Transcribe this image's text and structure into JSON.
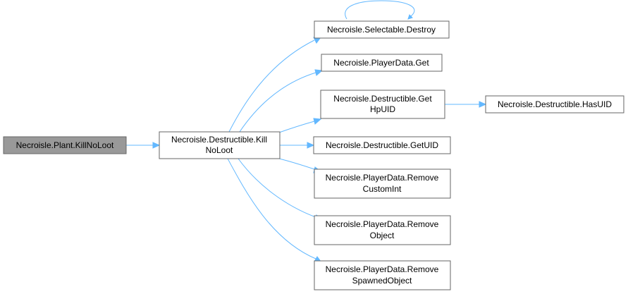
{
  "graph": {
    "nodes": {
      "plant_killnoloot": {
        "lines": [
          "Necroisle.Plant.KillNoLoot"
        ],
        "current": true
      },
      "destructible_killnoloot": {
        "lines": [
          "Necroisle.Destructible.Kill",
          "NoLoot"
        ]
      },
      "selectable_destroy": {
        "lines": [
          "Necroisle.Selectable.Destroy"
        ]
      },
      "playerdata_get": {
        "lines": [
          "Necroisle.PlayerData.Get"
        ]
      },
      "destructible_gethpuid": {
        "lines": [
          "Necroisle.Destructible.Get",
          "HpUID"
        ]
      },
      "destructible_hasuid": {
        "lines": [
          "Necroisle.Destructible.HasUID"
        ]
      },
      "destructible_getuid": {
        "lines": [
          "Necroisle.Destructible.GetUID"
        ]
      },
      "playerdata_removecustomint": {
        "lines": [
          "Necroisle.PlayerData.Remove",
          "CustomInt"
        ]
      },
      "playerdata_removeobject": {
        "lines": [
          "Necroisle.PlayerData.Remove",
          "Object"
        ]
      },
      "playerdata_removespawnedobject": {
        "lines": [
          "Necroisle.PlayerData.Remove",
          "SpawnedObject"
        ]
      }
    },
    "edges": [
      {
        "from": "plant_killnoloot",
        "to": "destructible_killnoloot"
      },
      {
        "from": "destructible_killnoloot",
        "to": "selectable_destroy"
      },
      {
        "from": "destructible_killnoloot",
        "to": "playerdata_get"
      },
      {
        "from": "destructible_killnoloot",
        "to": "destructible_gethpuid"
      },
      {
        "from": "destructible_killnoloot",
        "to": "destructible_getuid"
      },
      {
        "from": "destructible_killnoloot",
        "to": "playerdata_removecustomint"
      },
      {
        "from": "destructible_killnoloot",
        "to": "playerdata_removeobject"
      },
      {
        "from": "destructible_killnoloot",
        "to": "playerdata_removespawnedobject"
      },
      {
        "from": "destructible_gethpuid",
        "to": "destructible_hasuid"
      },
      {
        "from": "selectable_destroy",
        "to": "selectable_destroy"
      }
    ],
    "colors": {
      "edge": "#63b8ff",
      "node_border": "#666666",
      "node_fill": "#ffffff",
      "current_node_fill": "#999999"
    }
  }
}
